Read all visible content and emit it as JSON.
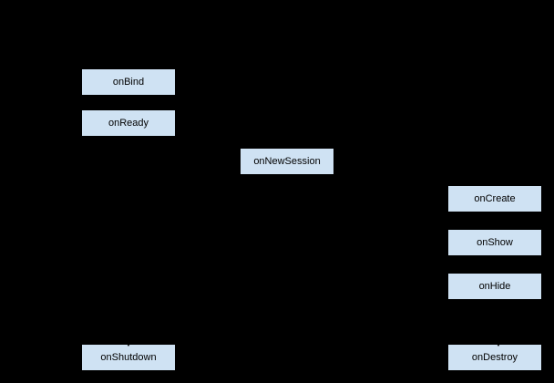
{
  "diagram": {
    "type": "flowchart-lifecycle",
    "background_color": "#000000",
    "node_fill_color": "#cfe2f3",
    "node_border_color": "#000000",
    "node_text_color": "#000000",
    "nodes": [
      {
        "id": "onBind",
        "label": "onBind"
      },
      {
        "id": "onReady",
        "label": "onReady"
      },
      {
        "id": "onNewSession",
        "label": "onNewSession"
      },
      {
        "id": "onCreate",
        "label": "onCreate"
      },
      {
        "id": "onShow",
        "label": "onShow"
      },
      {
        "id": "onHide",
        "label": "onHide"
      },
      {
        "id": "onShutdown",
        "label": "onShutdown"
      },
      {
        "id": "onDestroy",
        "label": "onDestroy"
      }
    ]
  }
}
